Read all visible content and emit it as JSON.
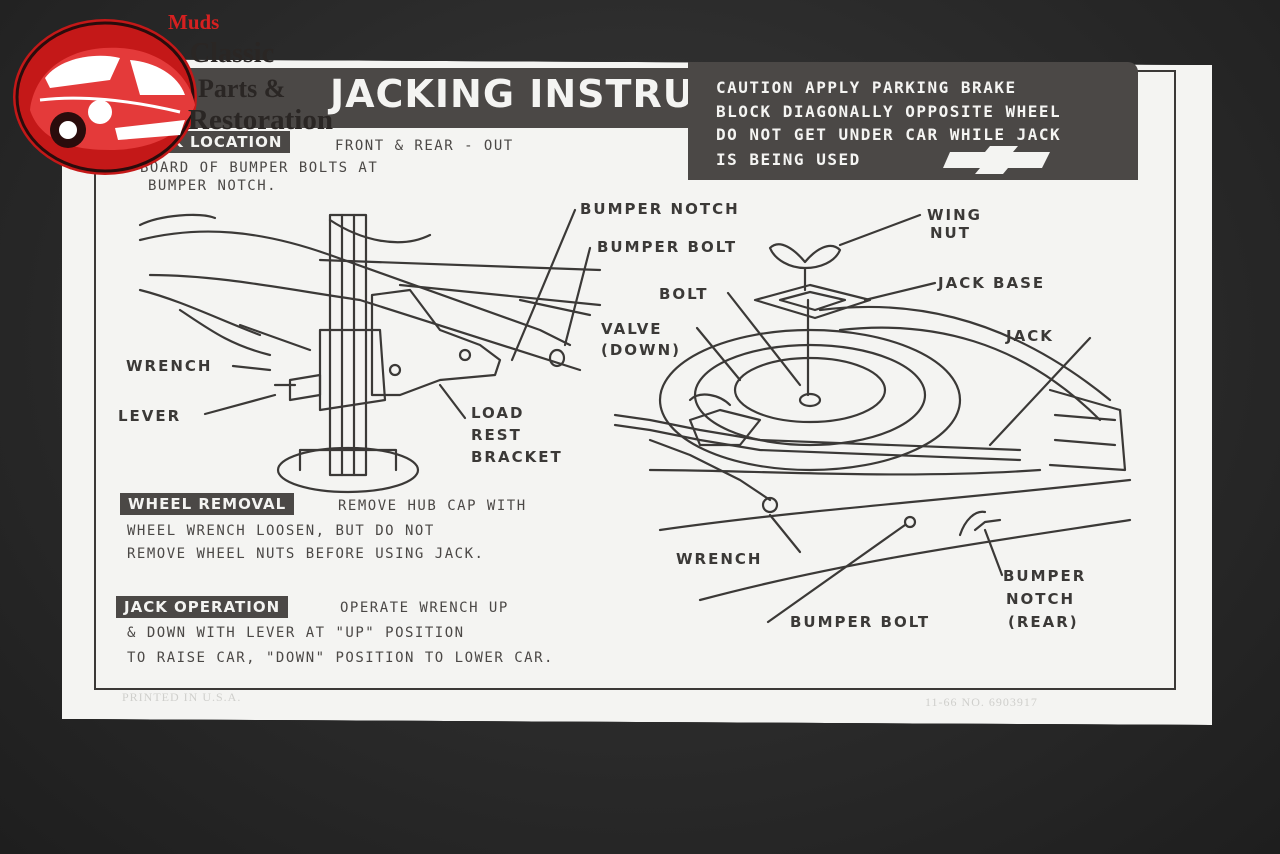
{
  "logo": {
    "line1": "Muds",
    "line2": "Classic",
    "line3": "Parts &",
    "line4": "Restoration",
    "colors": {
      "red": "#d62020",
      "dark": "#2a2624"
    }
  },
  "decal": {
    "title": "JACKING INSTRUCTIONS",
    "caution": [
      "CAUTION  APPLY PARKING BRAKE",
      "BLOCK DIAGONALLY OPPOSITE WHEEL",
      "DO NOT GET UNDER CAR WHILE JACK",
      "IS BEING USED"
    ],
    "jack_location": {
      "tag": "JACK LOCATION",
      "lines": [
        "FRONT & REAR - OUT",
        "BOARD OF BUMPER BOLTS AT",
        "BUMPER NOTCH."
      ]
    },
    "labels_left": {
      "wrench": "WRENCH",
      "lever": "LEVER",
      "bumper_notch": "BUMPER NOTCH",
      "bumper_bolt": "BUMPER BOLT",
      "load_rest_bracket": [
        "LOAD",
        "REST",
        "BRACKET"
      ]
    },
    "labels_right": {
      "wing_nut": [
        "WING",
        "NUT"
      ],
      "jack_base": "JACK BASE",
      "bolt": "BOLT",
      "valve": [
        "VALVE",
        "(DOWN)"
      ],
      "jack": "JACK",
      "wrench": "WRENCH",
      "bumper_bolt": "BUMPER BOLT",
      "bumper_notch_rear": [
        "BUMPER",
        "NOTCH",
        "(REAR)"
      ]
    },
    "wheel_removal": {
      "tag": "WHEEL REMOVAL",
      "lines": [
        "REMOVE HUB CAP WITH",
        "WHEEL WRENCH LOOSEN, BUT DO NOT",
        "REMOVE WHEEL NUTS BEFORE USING JACK."
      ]
    },
    "jack_operation": {
      "tag": "JACK OPERATION",
      "lines": [
        "OPERATE WRENCH UP",
        "& DOWN WITH LEVER AT \"UP\" POSITION",
        "TO RAISE CAR, \"DOWN\" POSITION TO LOWER CAR."
      ]
    },
    "footer_left": "PRINTED IN U.S.A.",
    "footer_right": "11-66   NO. 6903917"
  },
  "icons": [
    "chevrolet-bowtie-icon",
    "car-logo-icon"
  ]
}
